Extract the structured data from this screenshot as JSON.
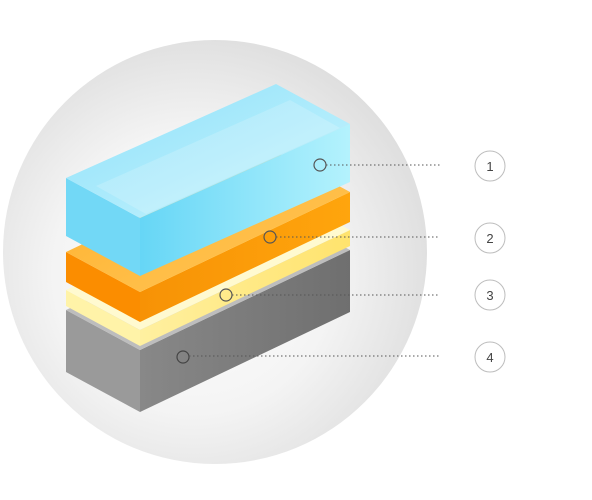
{
  "callouts": [
    {
      "number": "1",
      "layer": "top-layer-light-blue",
      "color": "#8fe4f8"
    },
    {
      "number": "2",
      "layer": "second-layer-orange",
      "color": "#ffaa10"
    },
    {
      "number": "3",
      "layer": "third-layer-pale-yellow",
      "color": "#fff29a"
    },
    {
      "number": "4",
      "layer": "bottom-layer-gray",
      "color": "#8a8a8a"
    }
  ],
  "colors": {
    "background_circle": "#e6e6e6",
    "leader_line": "#555555",
    "badge_stroke": "#bdbdbd"
  }
}
